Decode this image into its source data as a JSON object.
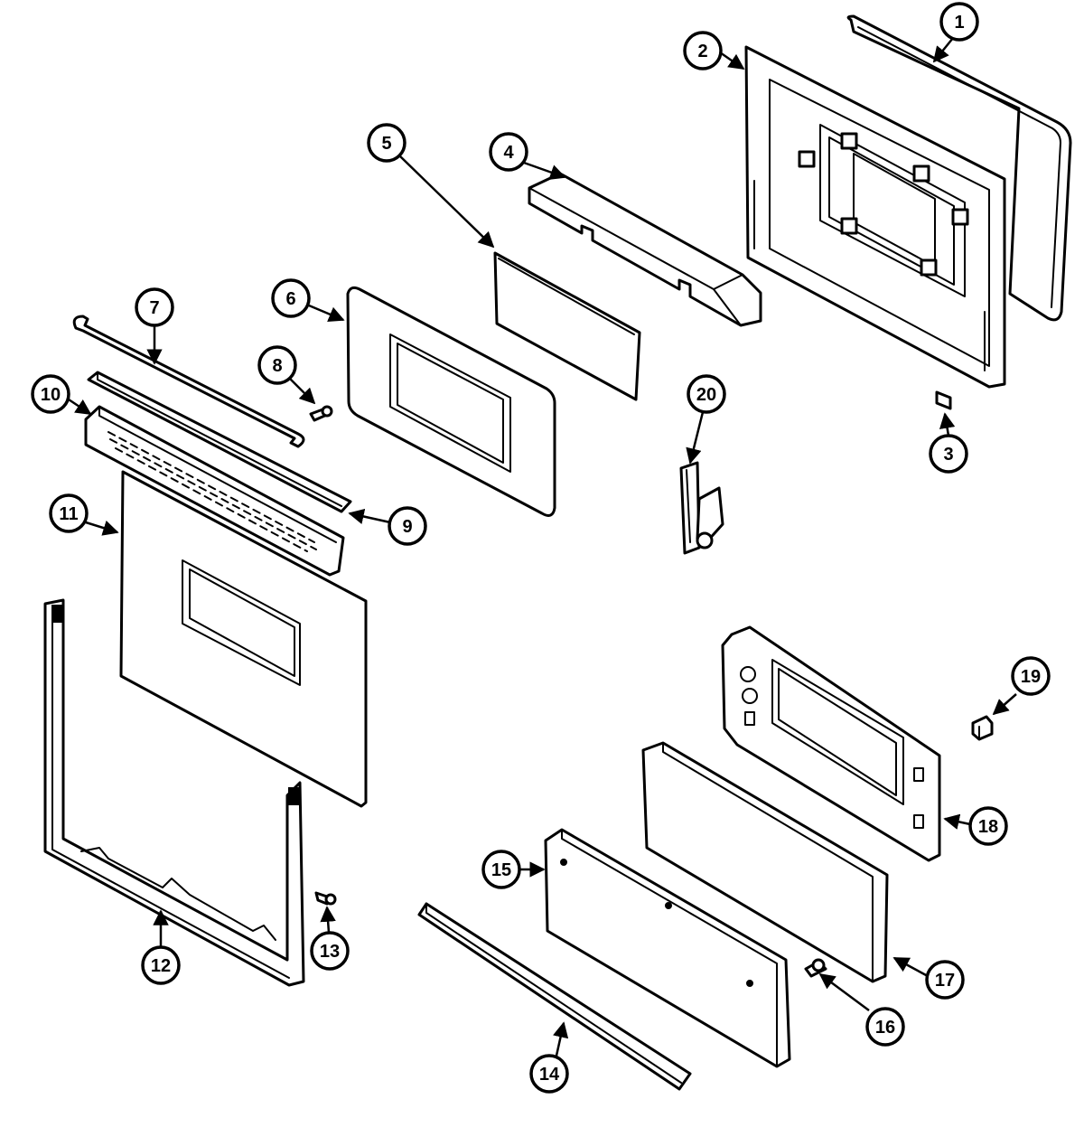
{
  "callouts": [
    {
      "number": "1"
    },
    {
      "number": "2"
    },
    {
      "number": "3"
    },
    {
      "number": "4"
    },
    {
      "number": "5"
    },
    {
      "number": "6"
    },
    {
      "number": "7"
    },
    {
      "number": "8"
    },
    {
      "number": "9"
    },
    {
      "number": "10"
    },
    {
      "number": "11"
    },
    {
      "number": "12"
    },
    {
      "number": "13"
    },
    {
      "number": "14"
    },
    {
      "number": "15"
    },
    {
      "number": "16"
    },
    {
      "number": "17"
    },
    {
      "number": "18"
    },
    {
      "number": "19"
    },
    {
      "number": "20"
    }
  ]
}
